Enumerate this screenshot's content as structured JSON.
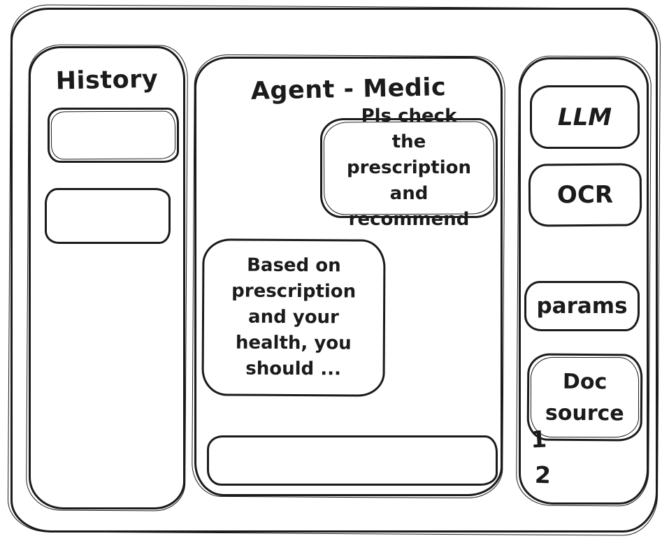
{
  "window": {
    "background": "#ffffff",
    "stroke_color": "#1b1b1b"
  },
  "sidebar": {
    "title": "History",
    "items": [
      {
        "label": ""
      },
      {
        "label": ""
      }
    ]
  },
  "chat": {
    "title": "Agent - Medic",
    "messages": [
      {
        "role": "user",
        "text": "Pls check the prescription and recommend"
      },
      {
        "role": "agent",
        "text": "Based on prescription and your health, you should ..."
      }
    ],
    "input": {
      "value": "",
      "placeholder": ""
    }
  },
  "tools": {
    "buttons": [
      {
        "label": "LLM"
      },
      {
        "label": "OCR"
      },
      {
        "label": "params"
      },
      {
        "label": "Doc source"
      }
    ],
    "doc_source_items": [
      "1",
      "2"
    ]
  }
}
